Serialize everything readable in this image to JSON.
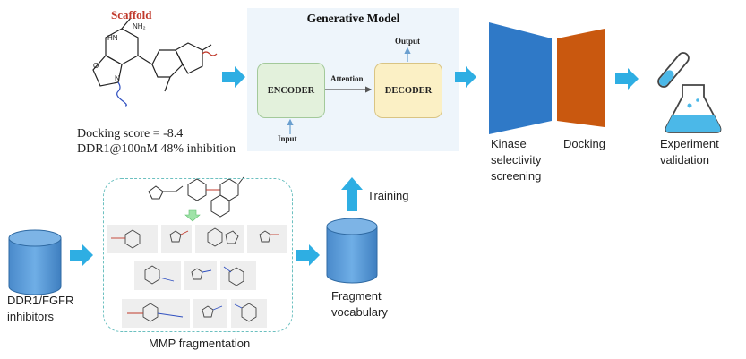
{
  "scaffold": {
    "title": "Scaffold",
    "docking_score": "Docking score = -8.4",
    "inhibition": "DDR1@100nM 48% inhibition",
    "atom_labels": {
      "nh2": "NH₂",
      "nh": "HN",
      "n": "N",
      "o": "O"
    }
  },
  "generative_model": {
    "title": "Generative Model",
    "encoder_label": "ENCODER",
    "decoder_label": "DECODER",
    "attention_label": "Attention",
    "input_label": "Input",
    "output_label": "Output"
  },
  "pipeline": {
    "kinase_label": [
      "Kinase",
      "selectivity",
      "screening"
    ],
    "docking_label": "Docking",
    "experiment_label": [
      "Experiment",
      "validation"
    ],
    "training_label": "Training"
  },
  "data_sources": {
    "inhibitors_label": [
      "DDR1/FGFR",
      "inhibitors"
    ],
    "mmp_label": "MMP fragmentation",
    "vocab_label": [
      "Fragment",
      "vocabulary"
    ]
  },
  "colors": {
    "arrow": "#2eaee3",
    "kinase_trapezoid": "#2f79c7",
    "docking_trapezoid": "#c9580f",
    "cylinder": "#5b9bd5",
    "mmp_border": "#6cc0c0",
    "scaffold_title": "#c0392b",
    "encoder_fill": "#e3f1dc",
    "decoder_fill": "#fbf0c5",
    "flask_liquid": "#4bb8e8"
  },
  "icons": [
    "flask-icon",
    "test-tube-icon",
    "database-cylinder-icon",
    "molecule-structure-icon"
  ]
}
